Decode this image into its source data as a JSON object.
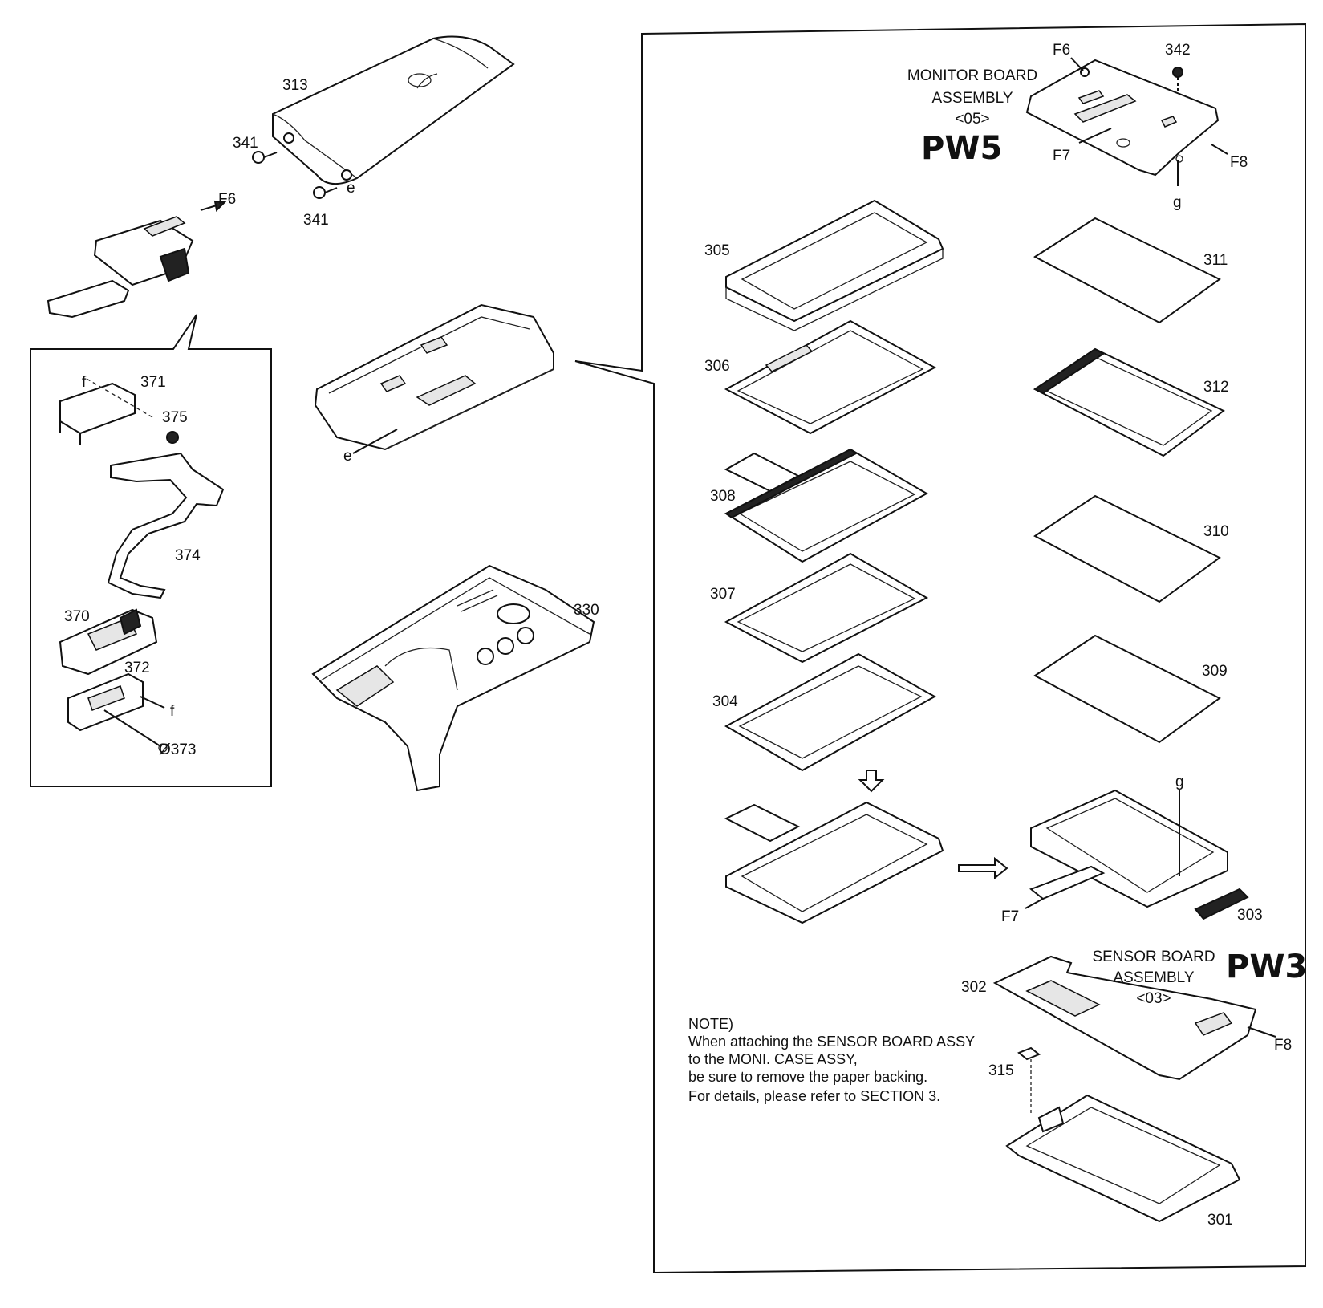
{
  "diagram": {
    "monitor_board": {
      "heading": [
        "MONITOR BOARD",
        "ASSEMBLY",
        "<05>"
      ],
      "handwritten": "PW5"
    },
    "sensor_board": {
      "heading": [
        "SENSOR BOARD",
        "ASSEMBLY",
        "<03>"
      ],
      "handwritten": "PW3"
    },
    "note": {
      "lines": [
        "NOTE)",
        "When attaching the SENSOR BOARD ASSY",
        "to the MONI. CASE ASSY,",
        "be sure to remove the paper backing.",
        "For details, please refer to SECTION 3."
      ]
    },
    "labels": {
      "p313": "313",
      "p341a": "341",
      "p341b": "341",
      "e_top": "e",
      "e_mid": "e",
      "f6_left": "F6",
      "p371": "371",
      "f_top": "f",
      "p375": "375",
      "p374": "374",
      "p370": "370",
      "p372": "372",
      "f_bot": "f",
      "p373": "Ø373",
      "p330": "330",
      "f6_right": "F6",
      "p342": "342",
      "f7_top": "F7",
      "f8_top": "F8",
      "g_top": "g",
      "p305": "305",
      "p311": "311",
      "p306": "306",
      "p312": "312",
      "p308": "308",
      "p310": "310",
      "p307": "307",
      "p304": "304",
      "p309": "309",
      "g_bot": "g",
      "f7_bot": "F7",
      "p303": "303",
      "p302": "302",
      "f8_bot": "F8",
      "p315": "315",
      "p301": "301"
    }
  }
}
